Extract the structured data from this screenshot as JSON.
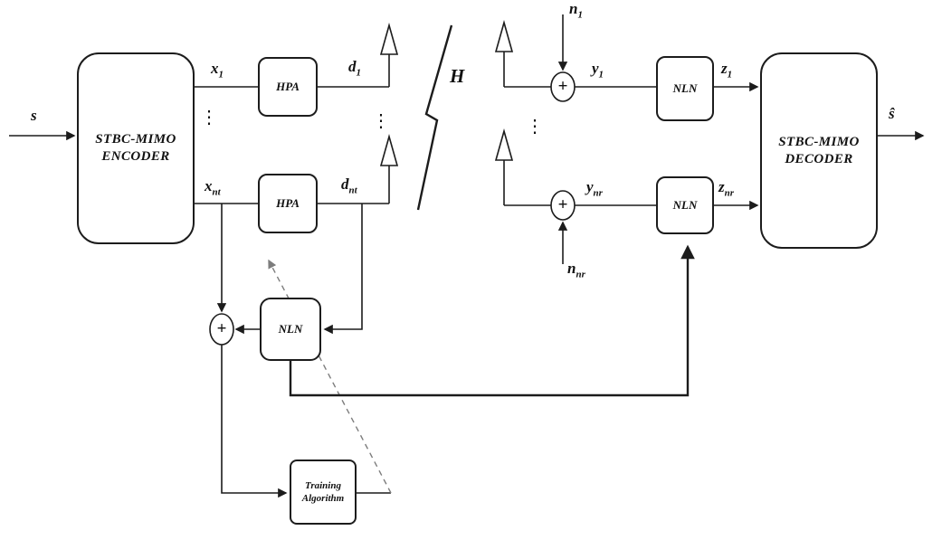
{
  "figure": {
    "background": "#ffffff",
    "line_color": "#1c1c1c",
    "dashed_color": "#7d7d7d"
  },
  "blocks": {
    "encoder": {
      "line1": "STBC-MIMO",
      "line2": "ENCODER"
    },
    "decoder": {
      "line1": "STBC-MIMO",
      "line2": "DECODER"
    },
    "hpa_1": {
      "label": "HPA"
    },
    "hpa_nt": {
      "label": "HPA"
    },
    "nln_rx_1": {
      "label": "NLN"
    },
    "nln_rx_nr": {
      "label": "NLN"
    },
    "nln_feedback": {
      "label": "NLN"
    },
    "training": {
      "line1": "Training",
      "line2": "Algorithm"
    }
  },
  "labels": {
    "s": {
      "base": "s",
      "sub": ""
    },
    "x1": {
      "base": "x",
      "sub": "1"
    },
    "xnt": {
      "base": "x",
      "sub": "nt"
    },
    "d1": {
      "base": "d",
      "sub": "1"
    },
    "dnt": {
      "base": "d",
      "sub": "nt"
    },
    "H": {
      "base": "H",
      "sub": ""
    },
    "n1": {
      "base": "n",
      "sub": "1"
    },
    "nnr": {
      "base": "n",
      "sub": "nr"
    },
    "y1": {
      "base": "y",
      "sub": "1"
    },
    "ynr": {
      "base": "y",
      "sub": "nr"
    },
    "z1": {
      "base": "z",
      "sub": "1"
    },
    "znr": {
      "base": "z",
      "sub": "nr"
    },
    "shat": {
      "base": "ŝ",
      "sub": ""
    }
  },
  "symbols": {
    "plus": "+",
    "vdots": "⋮"
  }
}
